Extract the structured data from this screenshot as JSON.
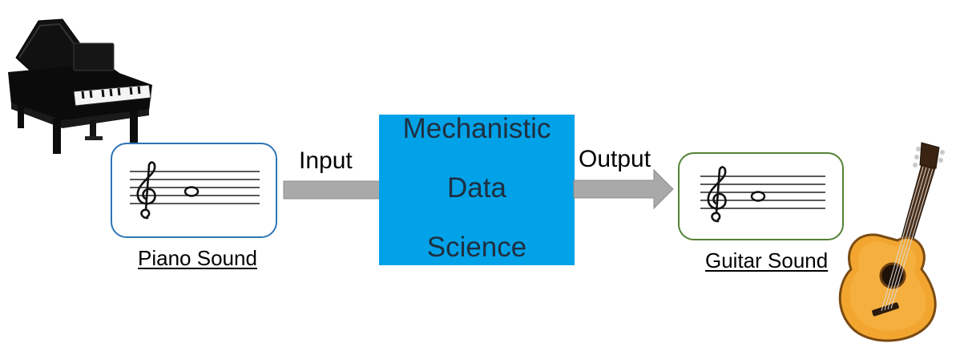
{
  "diagram": {
    "center_box": {
      "lines": [
        "Mechanistic",
        "Data",
        "Science"
      ],
      "fill": "#02a2e8"
    },
    "input_label": "Input",
    "output_label": "Output",
    "arrow_color": "#a9a9a9",
    "input_card": {
      "border_color": "#2e75b6",
      "icon": "treble-clef-whole-note-icon"
    },
    "output_card": {
      "border_color": "#548235",
      "icon": "treble-clef-whole-note-icon"
    },
    "input_caption": "Piano Sound",
    "output_caption": "Guitar Sound",
    "input_image": "grand-piano-icon",
    "output_image": "acoustic-guitar-icon"
  }
}
